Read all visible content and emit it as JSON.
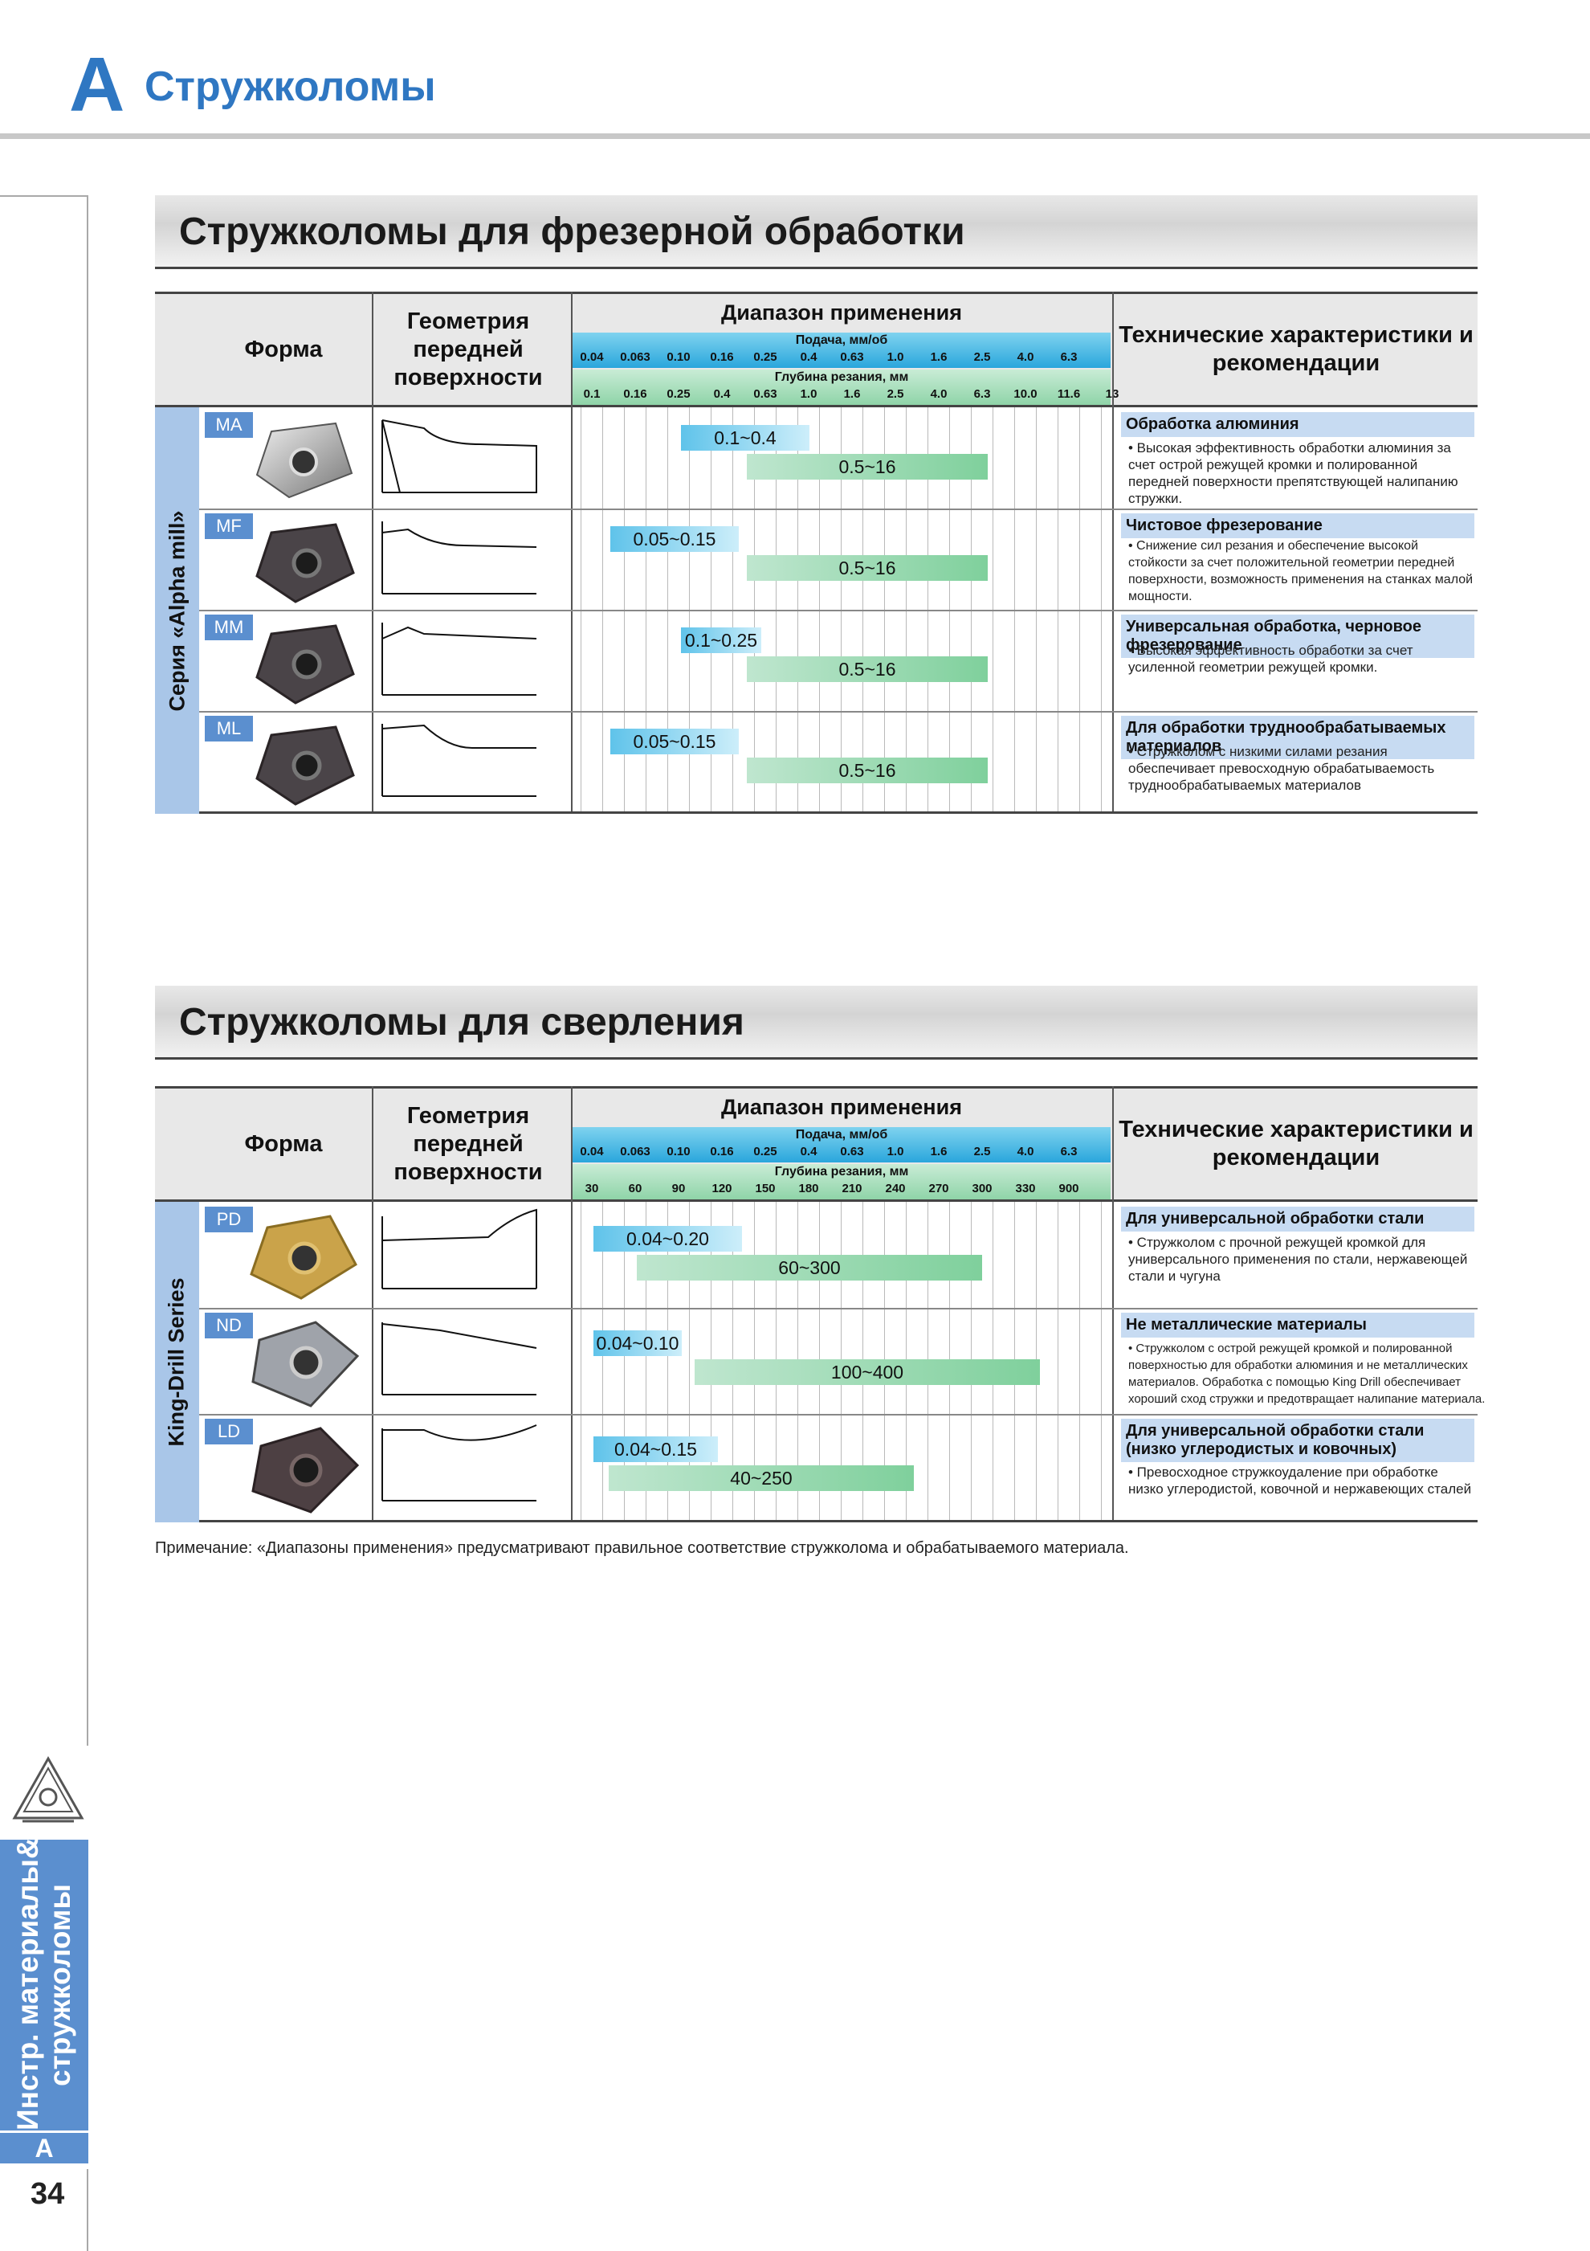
{
  "header": {
    "letter": "A",
    "title": "Стружколомы"
  },
  "sidebar": {
    "tab_text": "Инстр. материалы&\nстружколомы",
    "tab_letter": "A",
    "page_number": "34",
    "logo_icon": "triangle-insert-logo-icon"
  },
  "milling": {
    "banner": "Стружколомы для фрезерной обработки",
    "col_form": "Форма",
    "col_geometry": "Геометрия передней поверхности",
    "col_range": "Диапазон применения",
    "col_tech": "Технические характеристики и рекомендации",
    "feed_label": "Подача, мм/об",
    "feed_ticks": [
      "0.04",
      "0.063",
      "0.10",
      "0.16",
      "0.25",
      "0.4",
      "0.63",
      "1.0",
      "1.6",
      "2.5",
      "4.0",
      "6.3"
    ],
    "depth_label": "Глубина резания, мм",
    "depth_ticks": [
      "0.1",
      "0.16",
      "0.25",
      "0.4",
      "0.63",
      "1.0",
      "1.6",
      "2.5",
      "4.0",
      "6.3",
      "10.0",
      "11.6",
      "13"
    ],
    "series": "Серия «Alpha mill»",
    "rows": [
      {
        "code": "MA",
        "feed": "0.1~0.4",
        "depth": "0.5~16",
        "tech_title": "Обработка алюминия",
        "tech_text": "• Высокая эффективность обработки алюминия за счет острой режущей кромки и полированной передней поверхности препятствующей налипанию стружки."
      },
      {
        "code": "MF",
        "feed": "0.05~0.15",
        "depth": "0.5~16",
        "tech_title": "Чистовое фрезерование",
        "tech_text": "• Снижение сил резания и обеспечение высокой стойкости за счет положительной геометрии передней поверхности, возможность применения на станках малой мощности."
      },
      {
        "code": "MM",
        "feed": "0.1~0.25",
        "depth": "0.5~16",
        "tech_title": "Универсальная обработка, черновое фрезерование",
        "tech_text": "• Высокая эффективность обработки за счет усиленной геометрии режущей кромки."
      },
      {
        "code": "ML",
        "feed": "0.05~0.15",
        "depth": "0.5~16",
        "tech_title": "Для обработки труднообрабатываемых материалов",
        "tech_text": "• Стружколом с низкими силами резания обеспечивает превосходную обрабатываемость труднообрабатываемых материалов"
      }
    ]
  },
  "drilling": {
    "banner": "Стружколомы для сверления",
    "col_form": "Форма",
    "col_geometry": "Геометрия передней поверхности",
    "col_range": "Диапазон применения",
    "col_tech": "Технические характеристики и рекомендации",
    "feed_label": "Подача, мм/об",
    "feed_ticks": [
      "0.04",
      "0.063",
      "0.10",
      "0.16",
      "0.25",
      "0.4",
      "0.63",
      "1.0",
      "1.6",
      "2.5",
      "4.0",
      "6.3"
    ],
    "depth_label": "Глубина резания, мм",
    "depth_ticks": [
      "30",
      "60",
      "90",
      "120",
      "150",
      "180",
      "210",
      "240",
      "270",
      "300",
      "330",
      "900"
    ],
    "series": "King-Drill Series",
    "rows": [
      {
        "code": "PD",
        "feed": "0.04~0.20",
        "depth": "60~300",
        "tech_title": "Для универсальной обработки стали",
        "tech_text": "• Стружколом с прочной режущей кромкой для универсального применения по стали, нержавеющей стали и чугуна"
      },
      {
        "code": "ND",
        "feed": "0.04~0.10",
        "depth": "100~400",
        "tech_title": "Не металлические материалы",
        "tech_text": "• Стружколом с острой режущей кромкой и полированной поверхностью для обработки алюминия и не металлических материалов. Обработка с помощью King Drill обеспечивает хороший сход стружки и предотвращает налипание материала."
      },
      {
        "code": "LD",
        "feed": "0.04~0.15",
        "depth": "40~250",
        "tech_title": "Для универсальной обработки стали (низко углеродистых и ковочных)",
        "tech_text": "• Превосходное стружкоудаление при обработке низко углеродистой, ковочной и нержавеющих сталей"
      }
    ]
  },
  "note": "Примечание: «Диапазоны применения» предусматривают правильное соответствие стружколома и обрабатываемого материала."
}
